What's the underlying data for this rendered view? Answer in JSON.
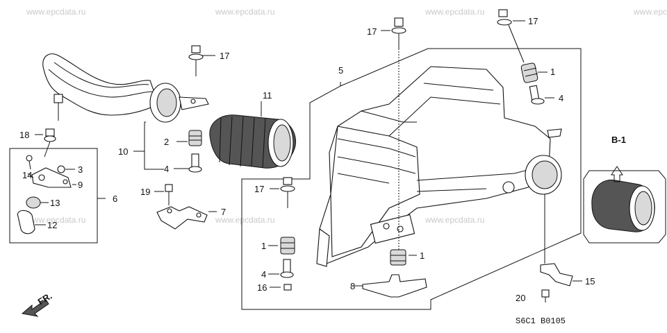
{
  "watermark": "www.epcdata.ru",
  "view_label": "B-1",
  "front_label": "FR.",
  "diagram_code": "S6C1  B0105",
  "callouts": {
    "c1a": "1",
    "c1b": "1",
    "c1c": "1",
    "c2": "2",
    "c3": "3",
    "c4a": "4",
    "c4b": "4",
    "c4c": "4",
    "c5": "5",
    "c6": "6",
    "c7": "7",
    "c8": "8",
    "c9": "9",
    "c10": "10",
    "c11": "11",
    "c12": "12",
    "c13": "13",
    "c14": "14",
    "c15": "15",
    "c16": "16",
    "c17a": "17",
    "c17b": "17",
    "c17c": "17",
    "c17d": "17",
    "c18": "18",
    "c19": "19",
    "c20": "20"
  }
}
